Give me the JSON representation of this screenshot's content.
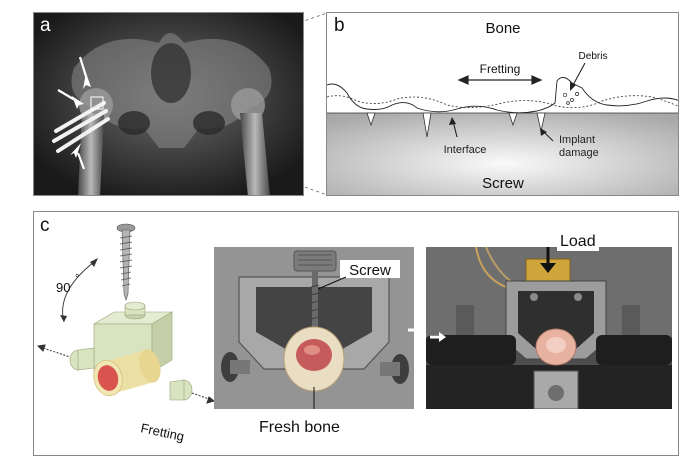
{
  "panels": {
    "a": {
      "letter": "a"
    },
    "b": {
      "letter": "b",
      "bone_label": "Bone",
      "fretting_label": "Fretting",
      "debris_label": "Debris",
      "interface_label": "Interface",
      "implant_damage_label_line1": "Implant",
      "implant_damage_label_line2": "damage",
      "screw_label": "Screw"
    },
    "c": {
      "letter": "c",
      "angle_label": "90",
      "degree_mark": "°",
      "fretting_label": "Fretting",
      "screw_label": "Screw",
      "fresh_bone_label": "Fresh bone",
      "load_label": "Load"
    }
  },
  "colors": {
    "xray_background": "#1a1a1a",
    "screw_region": "#c8c8c8",
    "fixture_green": "#d8e3bf",
    "bone_cylinder": "#ecdfa3",
    "bone_core": "#d9534f",
    "photo_gray": "#8f8f8f"
  }
}
